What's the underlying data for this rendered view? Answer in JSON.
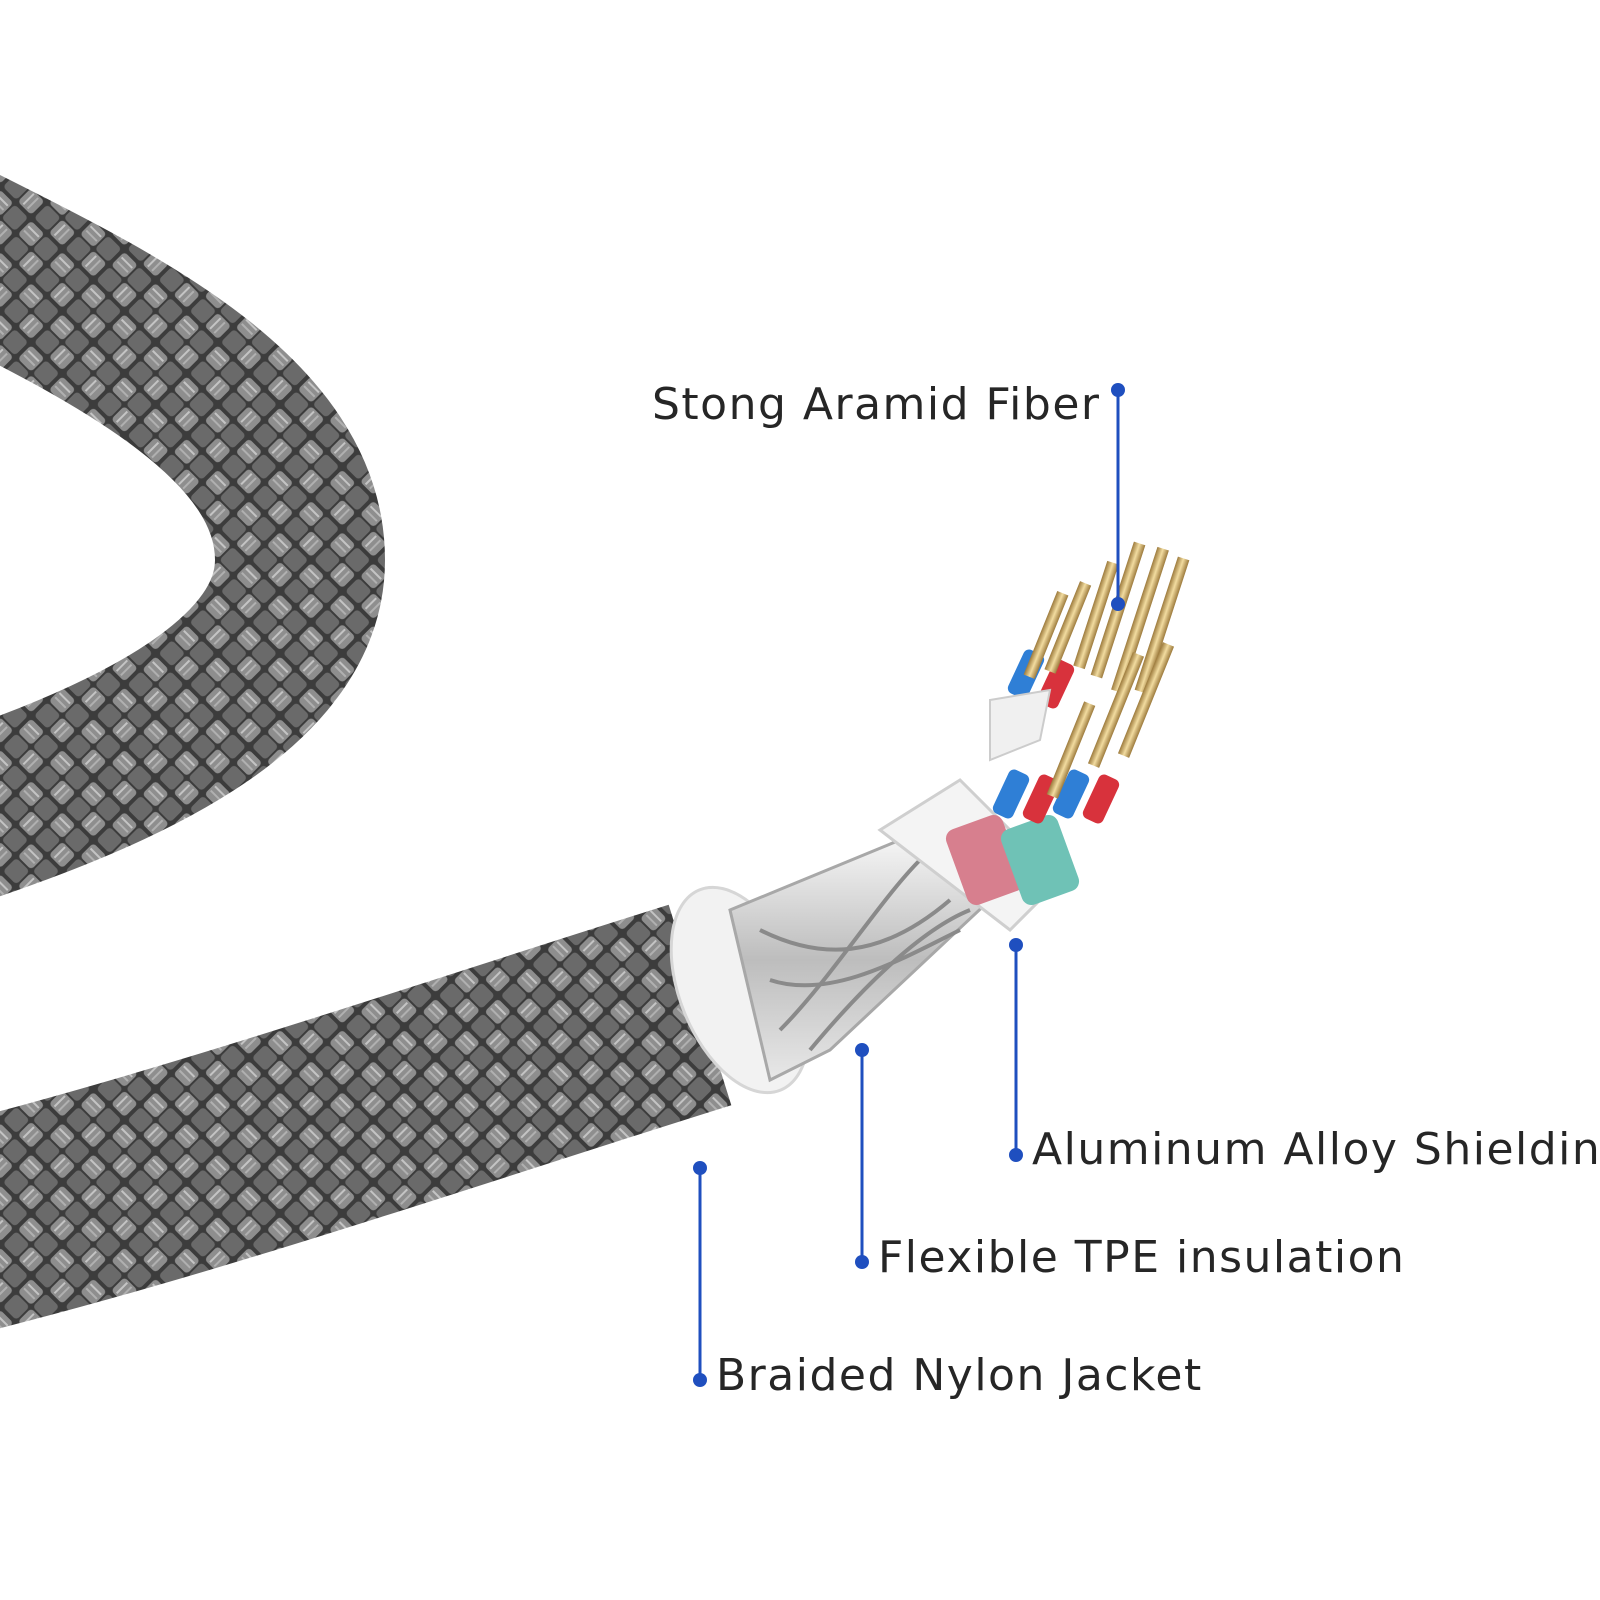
{
  "diagram": {
    "labels": {
      "aramid": "Stong Aramid Fiber",
      "aluminum": "Aluminum Alloy Shielding",
      "tpe": "Flexible TPE insulation",
      "nylon": "Braided Nylon Jacket"
    },
    "colors": {
      "background": "#ffffff",
      "leader": "#1f4fbf",
      "text": "#262626",
      "braid": "#4a4a4a",
      "braid_highlight": "#9a9a9a",
      "insulation": "#f2f2f2",
      "shield": "#c9c9c9",
      "wire_blue": "#2f7fd6",
      "wire_red": "#d8323c",
      "core_pink": "#d77f8e",
      "core_teal": "#6fc2b6",
      "conductor_gold": "#c8a660"
    }
  }
}
